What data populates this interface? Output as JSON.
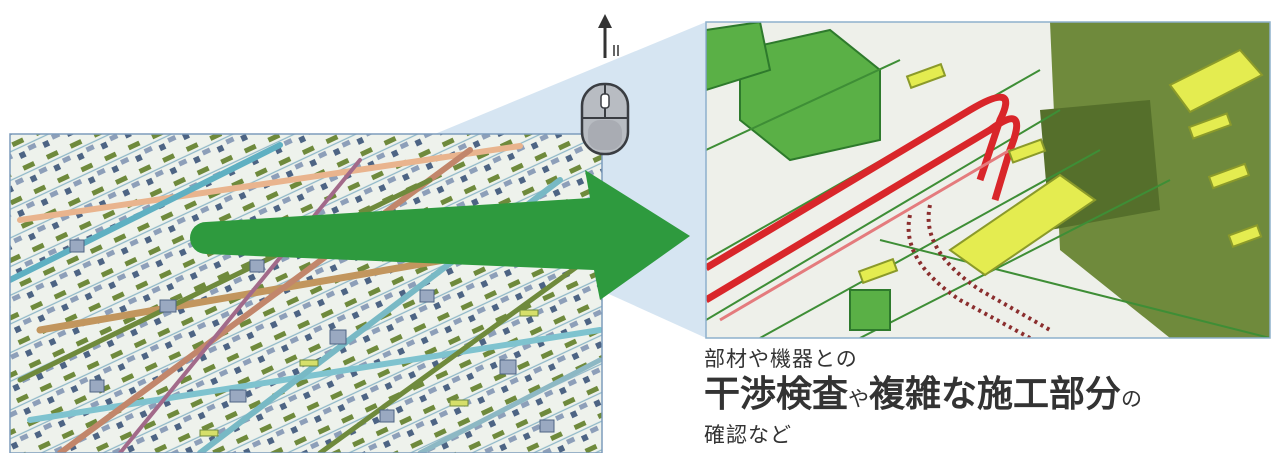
{
  "caption": {
    "line1": "部材や機器との",
    "line2_part1": "干渉検査",
    "line2_part2": "や",
    "line2_part3": "複雑な施工部分",
    "line2_part4": "の",
    "line3": "確認など"
  },
  "icons": {
    "zoom": "mouse-scroll-icon",
    "direction": "arrow-right-icon",
    "scroll_up": "arrow-up-icon"
  },
  "colors": {
    "arrow": "#2e9a3e",
    "magnify_fill": "#cfe0f0",
    "pipe_red": "#d9262a",
    "equipment_green": "#5ab046",
    "equipment_yellow": "#e4ec50",
    "duct_olive": "#6f8a3c",
    "text": "#333333"
  }
}
